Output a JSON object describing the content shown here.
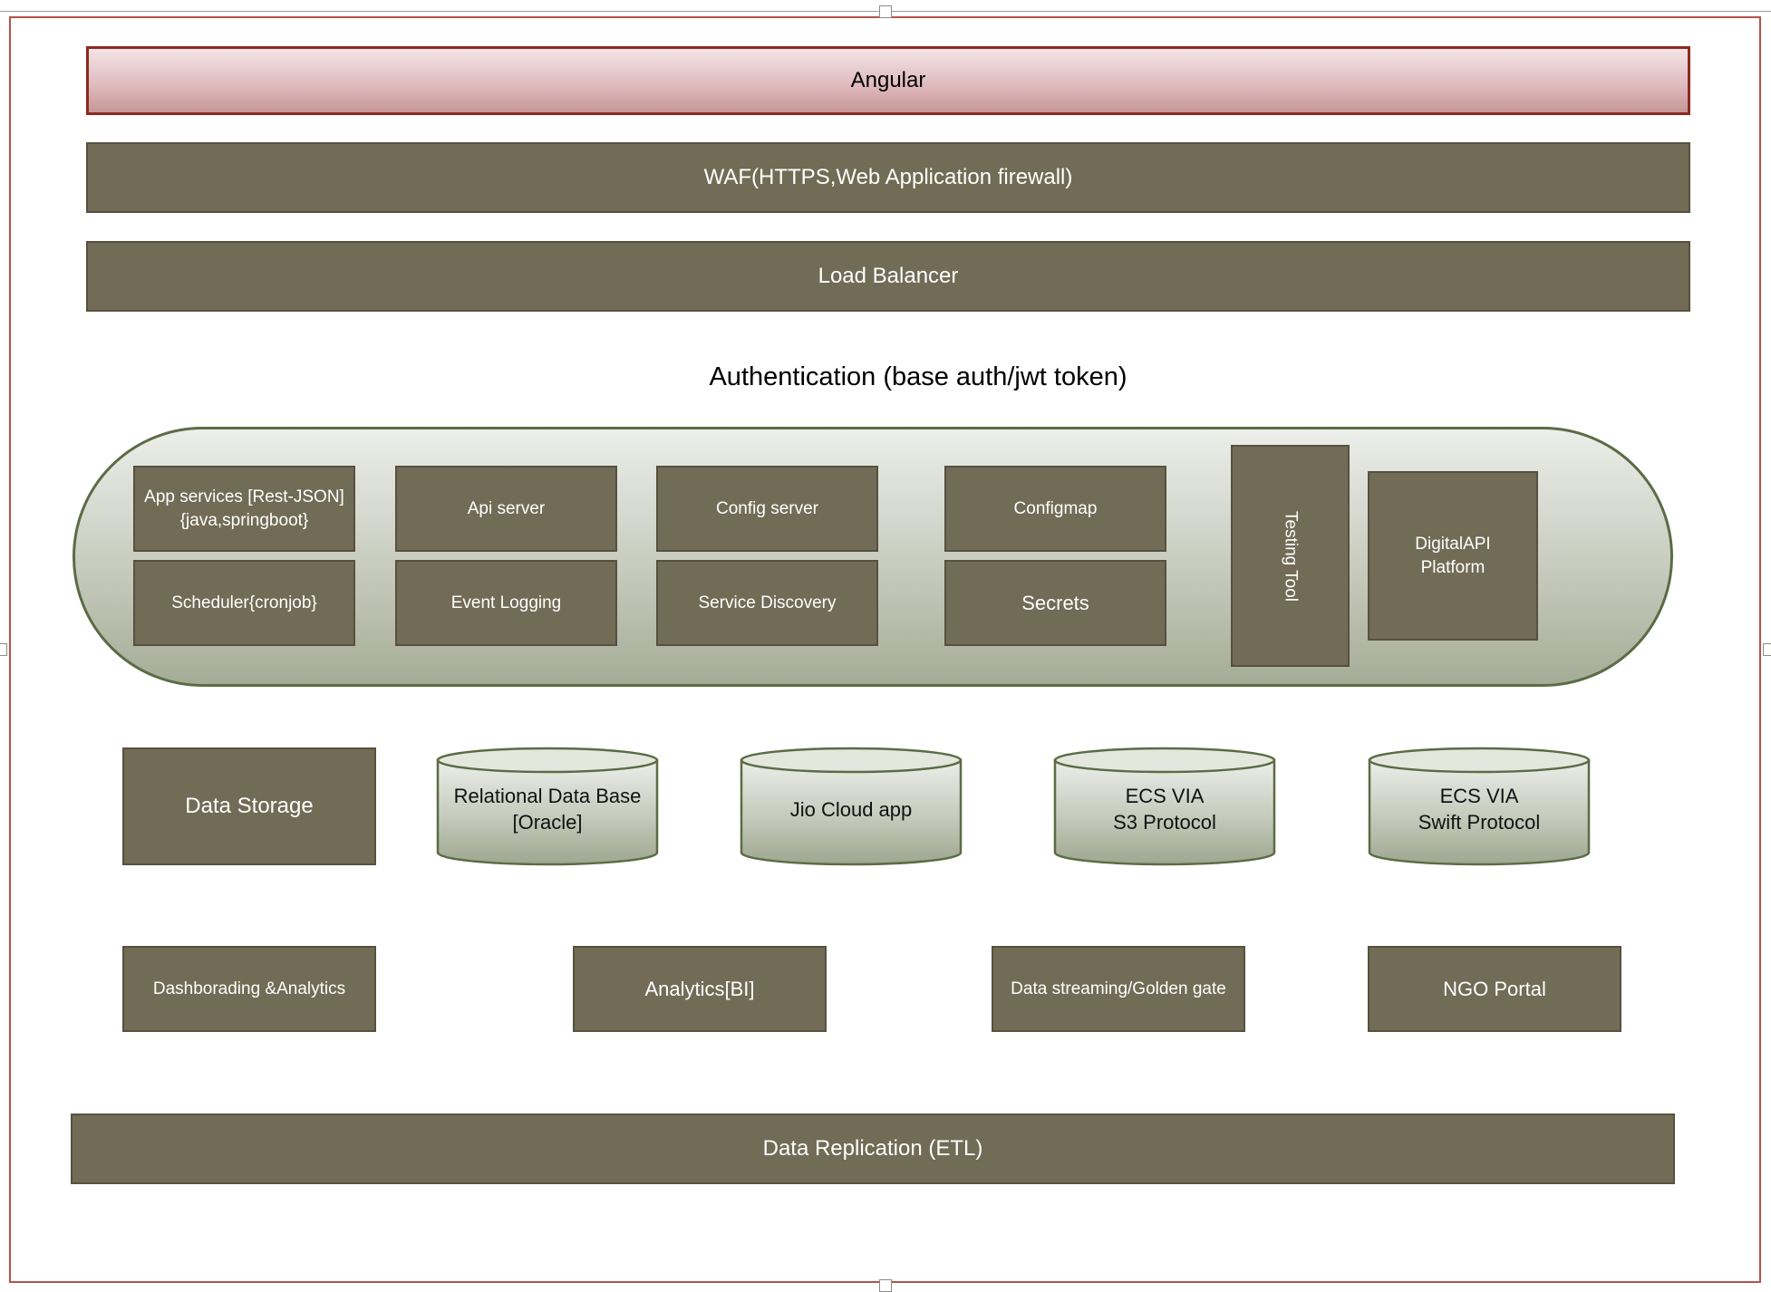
{
  "layers": {
    "angular": "Angular",
    "waf": "WAF(HTTPS,Web Application firewall)",
    "load_balancer": "Load Balancer",
    "authentication": "Authentication (base auth/jwt token)"
  },
  "services": {
    "app_services": "App services [Rest-JSON]\n{java,springboot}",
    "api_server": "Api server",
    "config_server": "Config server",
    "configmap": "Configmap",
    "scheduler": "Scheduler{cronjob}",
    "event_logging": "Event Logging",
    "service_discovery": "Service Discovery",
    "secrets": "Secrets",
    "testing_tool": "Testing Tool",
    "digital_api": "DigitalAPI\nPlatform"
  },
  "storage": {
    "data_storage": "Data Storage",
    "relational_db": "Relational Data Base\n[Oracle]",
    "jio_cloud": "Jio Cloud app",
    "ecs_s3": "ECS VIA\nS3 Protocol",
    "ecs_swift": "ECS VIA\nSwift Protocol"
  },
  "consumers": {
    "dashboarding": "Dashborading &Analytics",
    "analytics_bi": "Analytics[BI]",
    "data_streaming": "Data streaming/Golden gate",
    "ngo_portal": "NGO Portal"
  },
  "replication": "Data Replication (ETL)",
  "colors": {
    "box_fill": "#726b55",
    "frame_border": "#b5524a",
    "angular_border": "#8b2a20",
    "pill_border": "#5c6b45"
  }
}
